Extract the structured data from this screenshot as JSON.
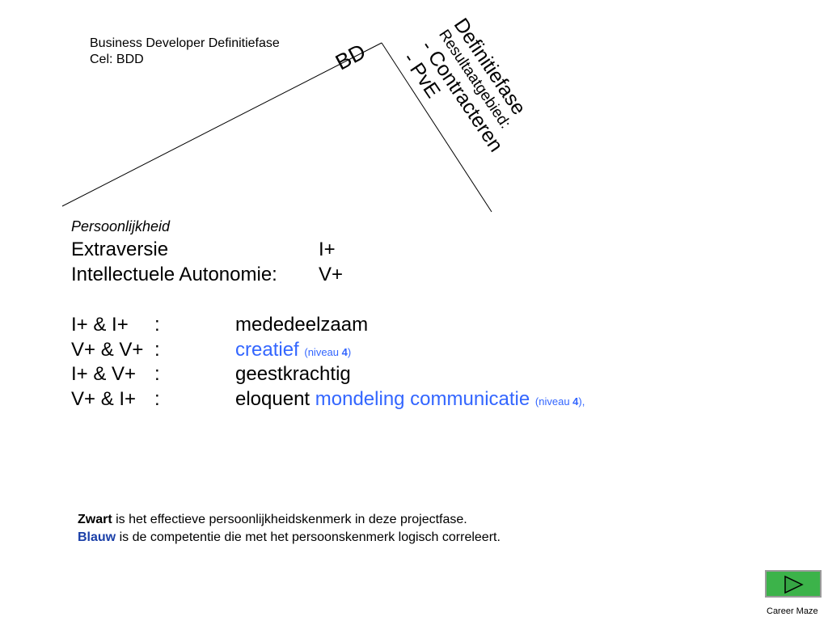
{
  "header": {
    "line1": "Business Developer Definitiefase",
    "line2": "Cel: BDD"
  },
  "diagram": {
    "peak_label": "BD",
    "phase_title": "Definitiefase",
    "phase_subtitle": "Resultaatgebied:",
    "items": [
      "- Contracteren",
      "- PvE"
    ]
  },
  "personality": {
    "heading": "Persoonlijkheid",
    "traits": [
      {
        "name": "Extraversie",
        "value": "I+"
      },
      {
        "name": "Intellectuele Autonomie:",
        "value": "V+"
      }
    ],
    "combinations": [
      {
        "code": "I+ & I+",
        "sep": ":",
        "result": "mededeelzaam"
      },
      {
        "code": "V+ & V+",
        "sep": ":",
        "result": "creatief",
        "level_prefix": "(niveau ",
        "level": "4",
        "level_suffix": ")"
      },
      {
        "code": "I+ & V+",
        "sep": ":",
        "result": "geestkrachtig"
      },
      {
        "code": "V+ & I+",
        "sep": ":",
        "result_black": "eloquent",
        "result_blue": "mondeling communicatie",
        "level_prefix": "(niveau ",
        "level": "4",
        "level_suffix": "),"
      }
    ]
  },
  "legend": {
    "black_word": "Zwart",
    "black_text": " is het effectieve persoonlijkheidskenmerk in deze projectfase.",
    "blue_word": "Blauw",
    "blue_text": " is de competentie die met het persoonskenmerk logisch correleert."
  },
  "nav": {
    "next_icon": "play-triangle-icon",
    "label": "Career Maze"
  },
  "colors": {
    "competency_blue": "#3366ff",
    "legend_blue": "#1a3fa8",
    "button_green": "#3cb34a"
  }
}
